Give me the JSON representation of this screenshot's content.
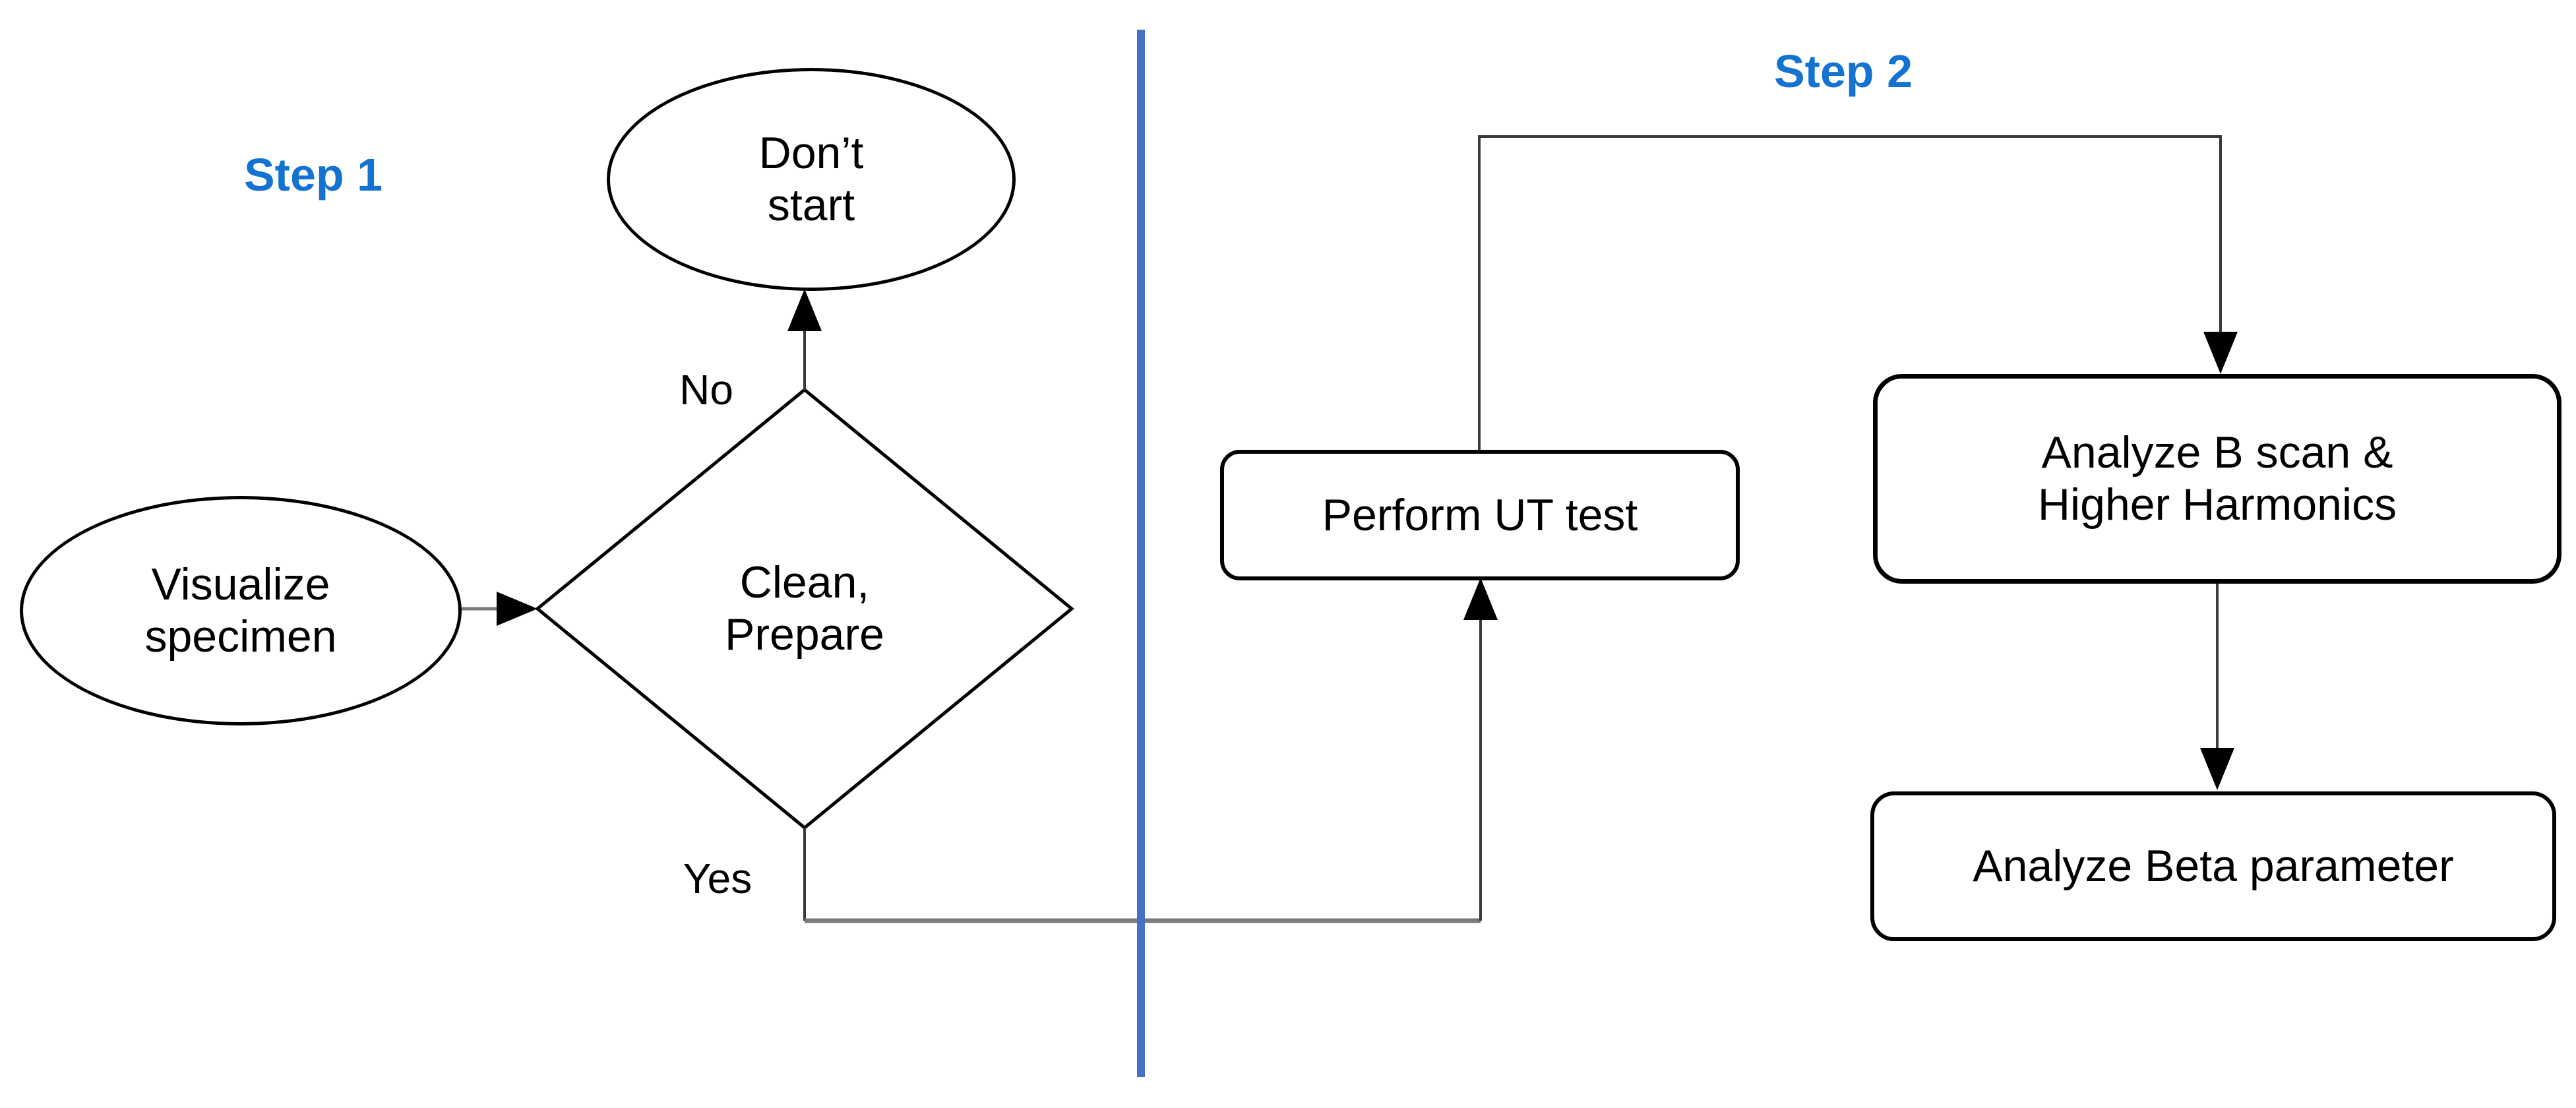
{
  "steps": {
    "step1_label": "Step 1",
    "step2_label": "Step 2"
  },
  "nodes": {
    "visualize": {
      "type": "ellipse",
      "label": "Visualize specimen"
    },
    "clean_prepare": {
      "type": "diamond",
      "label": "Clean, Prepare"
    },
    "dont_start": {
      "type": "ellipse",
      "label": "Don’t start"
    },
    "perform_ut": {
      "type": "rounded-rect",
      "label": "Perform UT test"
    },
    "analyze_b": {
      "type": "rounded-rect",
      "label": "Analyze B scan & Higher Harmonics"
    },
    "analyze_beta": {
      "type": "rounded-rect",
      "label": "Analyze Beta parameter"
    }
  },
  "edge_labels": {
    "no": "No",
    "yes": "Yes"
  },
  "colors": {
    "step-label": "#1473D0",
    "divider": "#4472C4",
    "shape-border": "#000000",
    "line-dark": "#3a3a3a",
    "line-gray": "#7a7a7a",
    "canvas-bg": "#ffffff"
  }
}
